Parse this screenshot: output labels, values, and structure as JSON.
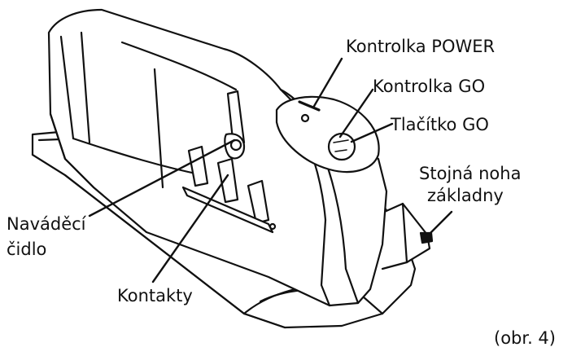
{
  "labels": {
    "power_indicator": "Kontrolka POWER",
    "go_indicator": "Kontrolka GO",
    "go_button": "Tlačítko GO",
    "stand_leg_line1": "Stojná noha",
    "stand_leg_line2": "základny",
    "guide_sensor_line1": "Naváděcí",
    "guide_sensor_line2": "čidlo",
    "contacts": "Kontakty",
    "figure_number": "(obr. 4)"
  },
  "colors": {
    "line": "#111111",
    "fill": "#ffffff",
    "text": "#111111"
  }
}
